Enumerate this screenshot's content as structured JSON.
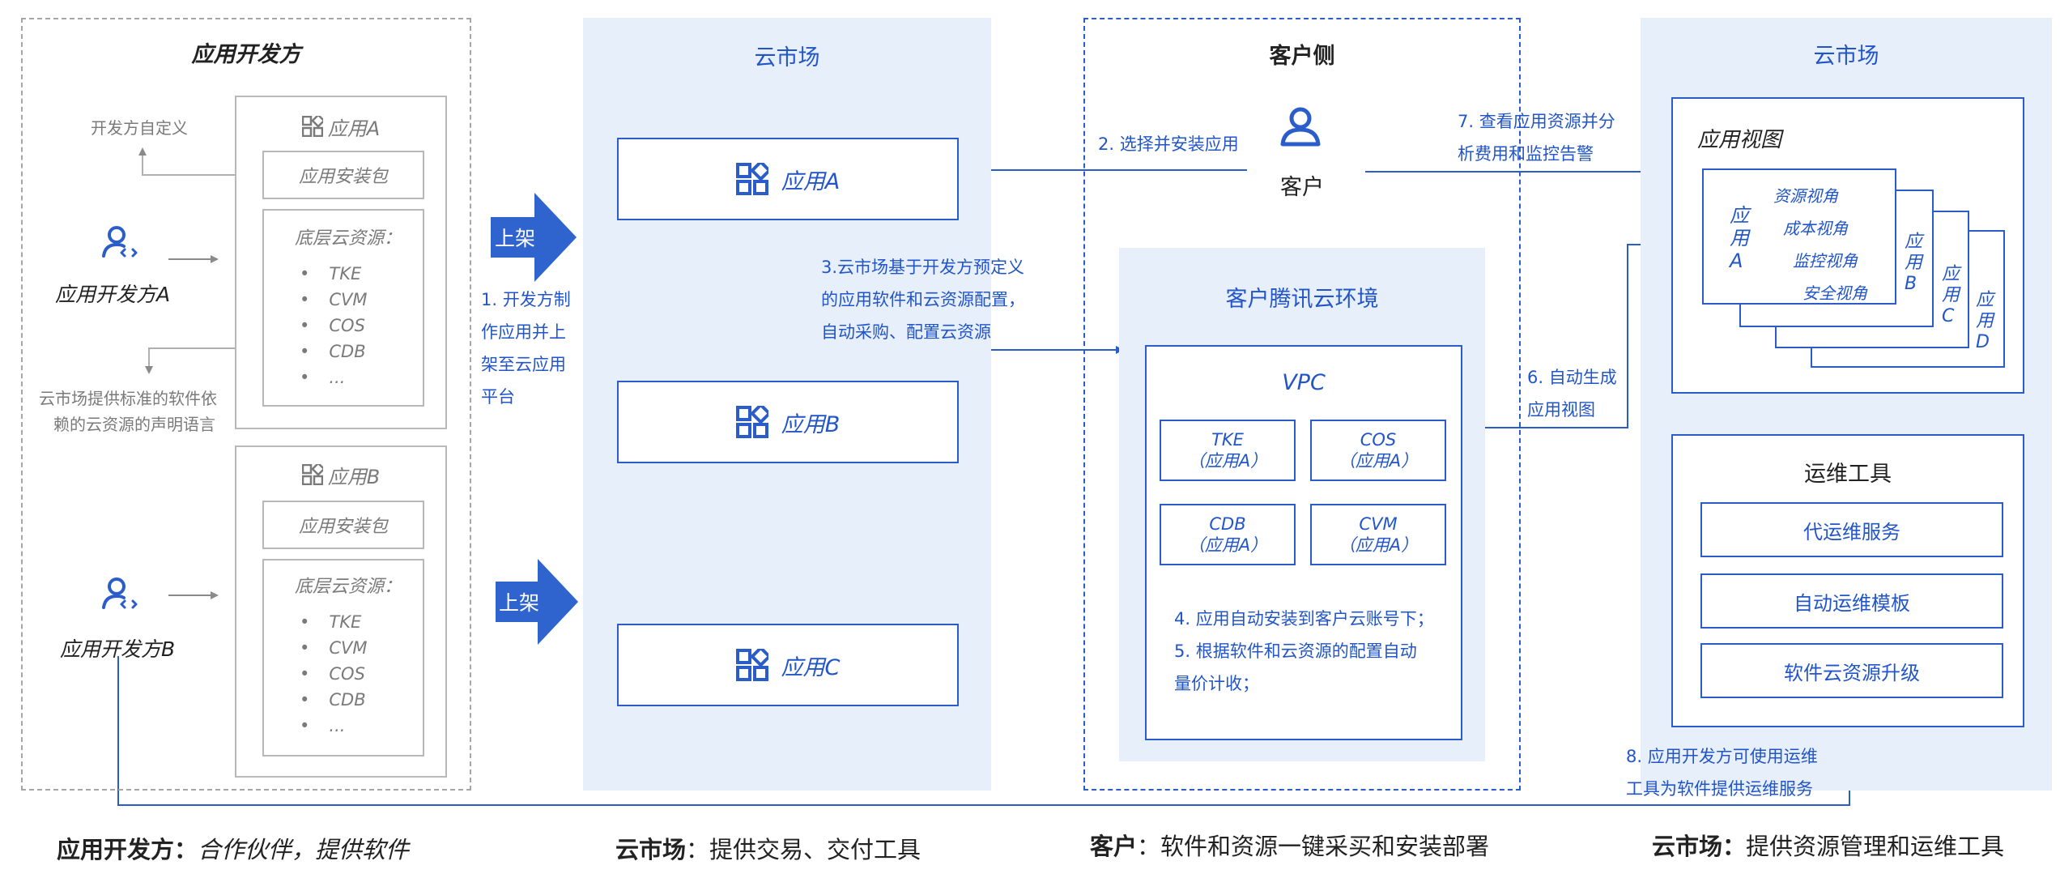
{
  "developer_panel": {
    "title": "应用开发方",
    "custom_note": "开发方自定义",
    "dev_a": "应用开发方A",
    "dev_b": "应用开发方B",
    "standard_note_line1": "云市场提供标准的软件依",
    "standard_note_line2": "赖的云资源的声明语言",
    "app_a": {
      "title": "应用A",
      "package": "应用安装包",
      "resources_title": "底层云资源：",
      "resources": [
        "TKE",
        "CVM",
        "COS",
        "CDB",
        "..."
      ]
    },
    "app_b": {
      "title": "应用B",
      "package": "应用安装包",
      "resources_title": "底层云资源：",
      "resources": [
        "TKE",
        "CVM",
        "COS",
        "CDB",
        "..."
      ]
    }
  },
  "publish": {
    "label": "上架",
    "step1": [
      "1. 开发方制",
      "作应用并上",
      "架至云应用",
      "平台"
    ]
  },
  "marketplace_panel": {
    "title": "云市场",
    "apps": [
      "应用A",
      "应用B",
      "应用C"
    ],
    "step3": [
      "3.云市场基于开发方预定义",
      "的应用软件和云资源配置，",
      "自动采购、配置云资源"
    ]
  },
  "customer_panel": {
    "title": "客户侧",
    "customer_label": "客户",
    "step2": "2. 选择并安装应用",
    "env_title": "客户腾讯云环境",
    "vpc_title": "VPC",
    "vpc_items": [
      {
        "name": "TKE",
        "app": "（应用A）"
      },
      {
        "name": "COS",
        "app": "（应用A）"
      },
      {
        "name": "CDB",
        "app": "（应用A）"
      },
      {
        "name": "CVM",
        "app": "（应用A）"
      }
    ],
    "step4": "4. 应用自动安装到客户云账号下；",
    "step5_line1": "5. 根据软件和云资源的配置自动",
    "step5_line2": "量价计收；"
  },
  "right_panel": {
    "title": "云市场",
    "step7_line1": "7. 查看应用资源并分",
    "step7_line2": "析费用和监控告警",
    "step6_line1": "6. 自动生成",
    "step6_line2": "应用视图",
    "step8_line1": "8. 应用开发方可使用运维",
    "step8_line2": "工具为软件提供运维服务",
    "app_view": {
      "title": "应用视图",
      "card_label": "应用A",
      "perspectives": [
        "资源视角",
        "成本视角",
        "监控视角",
        "安全视角"
      ],
      "back_cards": [
        "应用B",
        "应用C",
        "应用D"
      ]
    },
    "ops": {
      "title": "运维工具",
      "items": [
        "代运维服务",
        "自动运维模板",
        "软件云资源升级"
      ]
    }
  },
  "footer": {
    "developer_bold": "应用开发方：",
    "developer_text": "合作伙伴，提供软件",
    "market_bold": "云市场",
    "market_text": "：提供交易、交付工具",
    "customer_bold": "客户",
    "customer_text": "：软件和资源一键采买和安装部署",
    "market2_bold": "云市场：",
    "market2_text": "提供资源管理和运维工具"
  },
  "colors": {
    "accent": "#2a5dc9",
    "panel": "#e7effb",
    "dashed_gray": "#a6a6a6"
  }
}
